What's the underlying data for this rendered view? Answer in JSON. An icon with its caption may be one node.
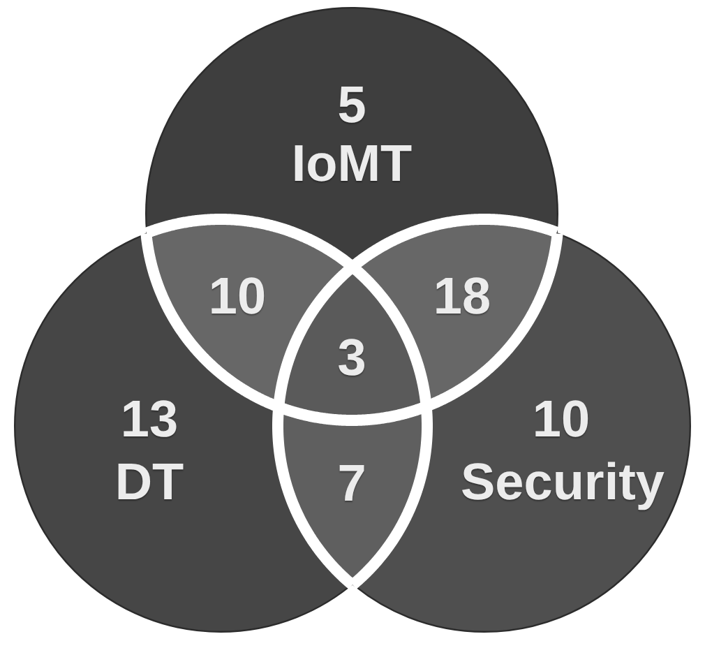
{
  "diagram": {
    "nodes": [
      {
        "text": [
          "5",
          "IoMT"
        ]
      },
      {
        "text": [
          "13",
          "DT"
        ]
      },
      {
        "text": [
          "10",
          "Security"
        ]
      }
    ],
    "labels": [
      "10",
      "18",
      "3",
      "7"
    ]
  }
}
